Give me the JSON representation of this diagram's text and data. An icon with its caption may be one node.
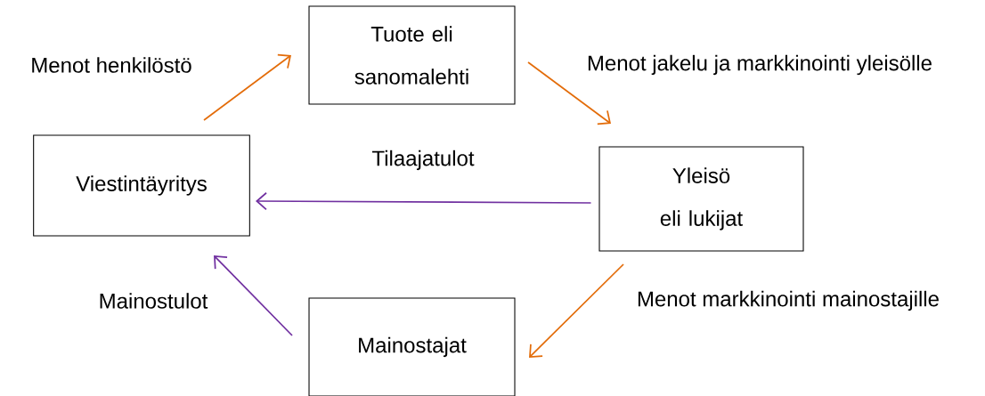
{
  "diagram": {
    "nodes": [
      {
        "text": [
          "Viestintäyritys"
        ]
      },
      {
        "text": [
          "Tuote eli sanomalehti"
        ]
      },
      {
        "text": [
          "Yleisö eli lukijat"
        ]
      },
      {
        "text": [
          "Mainostajat"
        ]
      }
    ],
    "edges": [
      {
        "from": 0,
        "to": 1,
        "arrow": "to",
        "label": "Menot henkilöstö"
      },
      {
        "from": 1,
        "to": 2,
        "arrow": "to",
        "label": "Menot jakelu ja markkinointi yleisölle"
      },
      {
        "from": 2,
        "to": 0,
        "arrow": "to",
        "label": "Tilaajatulot",
        "color": "#7030a0"
      },
      {
        "from": 2,
        "to": 3,
        "arrow": "to",
        "label": "Menot markkinointi mainostajille"
      },
      {
        "from": 3,
        "to": 0,
        "arrow": "to",
        "label": "Mainostulot",
        "color": "#7030a0"
      }
    ]
  }
}
